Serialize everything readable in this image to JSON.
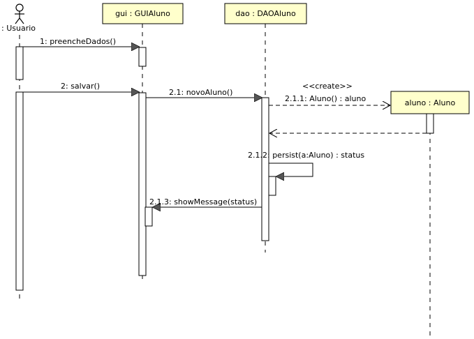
{
  "actor": {
    "name": ": Usuario"
  },
  "lifelines": {
    "gui": "gui : GUIAluno",
    "dao": "dao : DAOAluno",
    "aluno": "aluno : Aluno"
  },
  "messages": {
    "m1": "1: preencheDados()",
    "m2": "2: salvar()",
    "m21": "2.1: novoAluno()",
    "create_stereo": "<<create>>",
    "m211": "2.1.1: Aluno() : aluno",
    "m212": "2.1.2: persist(a:Aluno) : status",
    "m213": "2.1.3: showMessage(status)"
  },
  "colors": {
    "lifeline_box_fill": "#ffffcc",
    "activation_fill": "#ffffff",
    "line": "#000000",
    "arrowhead_fill": "#555555"
  }
}
